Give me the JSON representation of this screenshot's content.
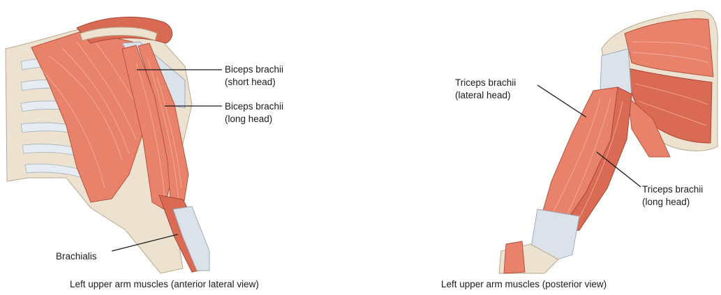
{
  "figures": [
    {
      "caption": "Left upper arm muscles (anterior lateral view)",
      "labels": [
        {
          "line1": "Biceps brachii",
          "line2": "(short head)"
        },
        {
          "line1": "Biceps brachii",
          "line2": "(long head)"
        },
        {
          "line1": "Brachialis",
          "line2": ""
        }
      ]
    },
    {
      "caption": "Left upper arm muscles (posterior view)",
      "labels": [
        {
          "line1": "Triceps brachii",
          "line2": "(lateral head)"
        },
        {
          "line1": "Triceps brachii",
          "line2": "(long head)"
        }
      ]
    }
  ],
  "colors": {
    "muscle": "#e8826a",
    "tendon": "#dbe2ea",
    "bone": "#ece2cf",
    "text": "#1a1a1a"
  }
}
